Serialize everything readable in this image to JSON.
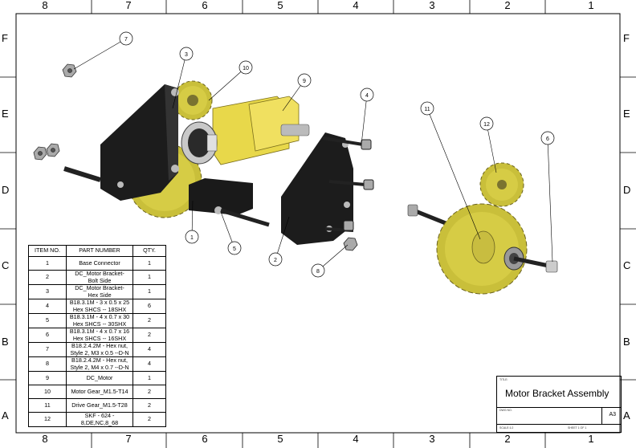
{
  "zones": {
    "columns": [
      "8",
      "7",
      "6",
      "5",
      "4",
      "3",
      "2",
      "1"
    ],
    "rows": [
      "F",
      "E",
      "D",
      "C",
      "B",
      "A"
    ]
  },
  "bom": {
    "headers": [
      "ITEM NO.",
      "PART NUMBER",
      "QTY."
    ],
    "rows": [
      {
        "item": "1",
        "part": "Base Connector",
        "qty": "1"
      },
      {
        "item": "2",
        "part": "DC_Motor Bracket-\nBolt Side",
        "qty": "1"
      },
      {
        "item": "3",
        "part": "DC_Motor Bracket-\nHex Side",
        "qty": "1"
      },
      {
        "item": "4",
        "part": "B18.3.1M - 3 x 0.5 x 25\nHex SHCS -- 18SHX",
        "qty": "6"
      },
      {
        "item": "5",
        "part": "B18.3.1M - 4 x 0.7 x 30\nHex SHCS -- 30SHX",
        "qty": "2"
      },
      {
        "item": "6",
        "part": "B18.3.1M - 4 x 0.7 x 16\nHex SHCS -- 16SHX",
        "qty": "2"
      },
      {
        "item": "7",
        "part": "B18.2.4.2M - Hex nut,\nStyle 2, M3 x 0.5 --D-N",
        "qty": "4"
      },
      {
        "item": "8",
        "part": "B18.2.4.2M - Hex nut,\nStyle 2, M4 x 0.7 --D-N",
        "qty": "4"
      },
      {
        "item": "9",
        "part": "DC_Motor",
        "qty": "1"
      },
      {
        "item": "10",
        "part": "Motor Gear_M1.5-T14",
        "qty": "2"
      },
      {
        "item": "11",
        "part": "Drive Gear_M1.5-T28",
        "qty": "2"
      },
      {
        "item": "12",
        "part": "SKF - 624 -\n8,DE,NC,8_68",
        "qty": "2"
      }
    ]
  },
  "balloons": [
    "1",
    "2",
    "3",
    "4",
    "5",
    "6",
    "7",
    "8",
    "9",
    "10",
    "11",
    "12"
  ],
  "title_block": {
    "title_label": "TITLE:",
    "title": "Motor Bracket Assembly",
    "dwg_label": "DWG NO.",
    "size": "A3",
    "scale": "SCALE:1:2",
    "sheet": "SHEET 1 OF 1"
  },
  "colors": {
    "gear": "#c9bf3a",
    "motor": "#e8d84a",
    "bracket": "#1a1a1a",
    "metal": "#9a9a9a"
  }
}
